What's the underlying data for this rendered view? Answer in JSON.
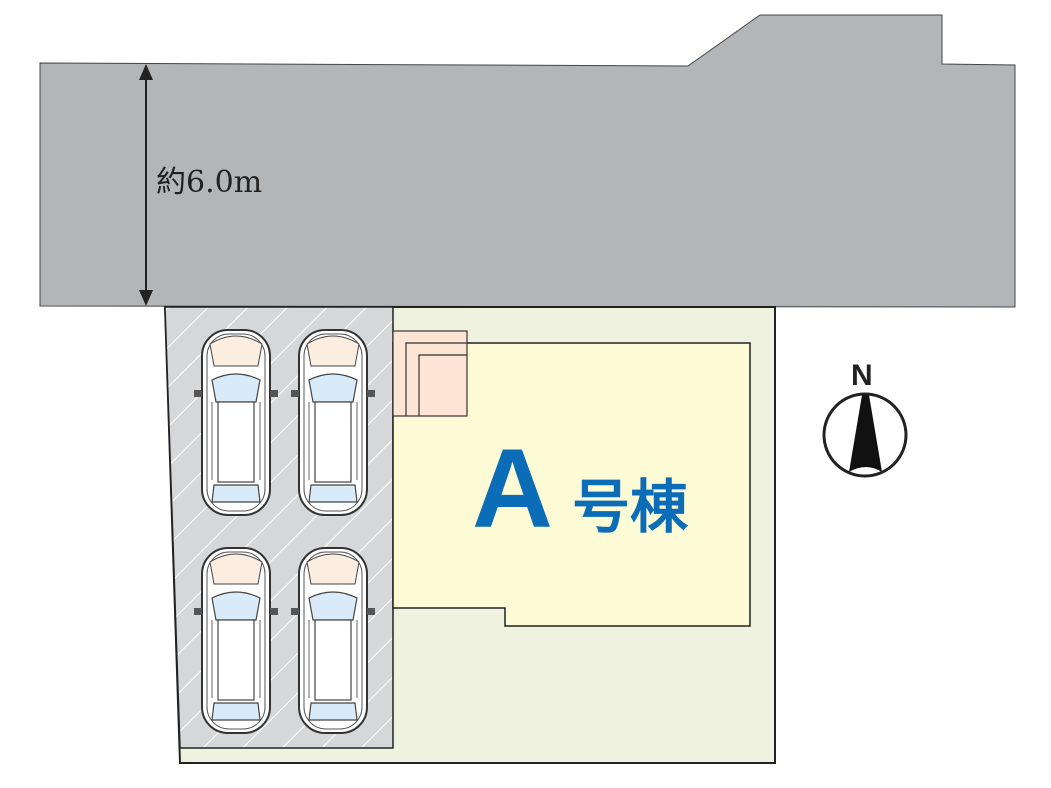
{
  "road": {
    "width_label": "約6.0m"
  },
  "building": {
    "letter": "A",
    "suffix": "号棟"
  },
  "compass": {
    "label": "N"
  },
  "parking": {
    "car_count": 4
  },
  "colors": {
    "road": "#b3b6b9",
    "lot": "#eff2de",
    "building": "#fdfbd6",
    "entrance": "#fde4d4",
    "parking": "#d6d7d9",
    "accent": "#0b6db8"
  }
}
